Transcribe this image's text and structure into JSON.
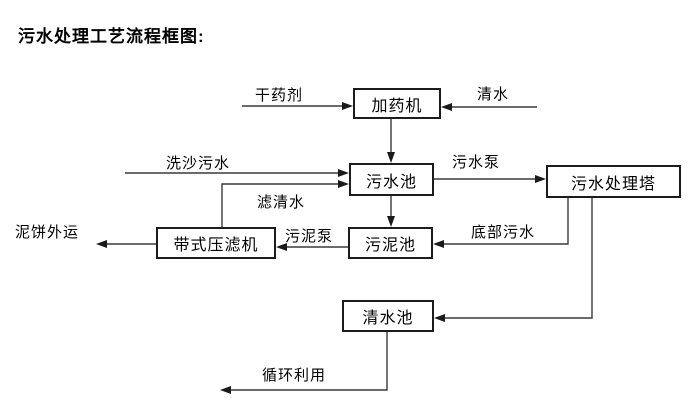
{
  "title": "污水处理工艺流程框图:",
  "nodes": {
    "dosing_machine": "加药机",
    "sewage_pool": "污水池",
    "treatment_tower": "污水处理塔",
    "sludge_pool": "污泥池",
    "belt_filter_press": "带式压滤机",
    "clear_water_pool": "清水池"
  },
  "edge_labels": {
    "dry_chemical": "干药剂",
    "clear_water": "清水",
    "sand_washing_sewage": "洗沙污水",
    "sewage_pump": "污水泵",
    "filtered_water": "滤清水",
    "bottom_sewage": "底部污水",
    "sludge_pump": "污泥泵",
    "mud_cake_out": "泥饼外运",
    "recycle": "循环利用"
  },
  "colors": {
    "background": "#ffffff",
    "line": "#3a3a3a",
    "arrowhead": "#1a1a1a",
    "box_border": "#1c1c1c",
    "text": "#000000"
  }
}
